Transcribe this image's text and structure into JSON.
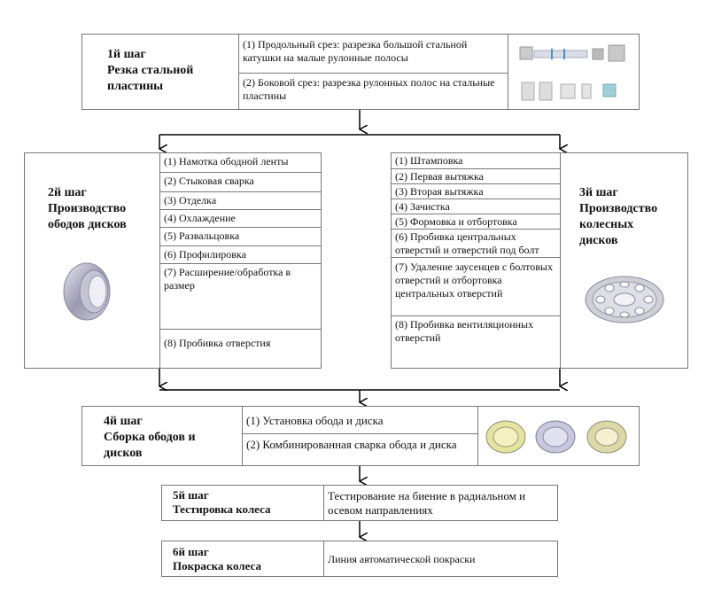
{
  "step1": {
    "title": "1й шаг\nРезка стальной\nпластины",
    "items": [
      "(1) Продольный срез: разрезка большой стальной катушки на малые рулонные полосы",
      "(2) Боковой срез: разрезка рулонных полос на стальные пластины"
    ]
  },
  "step2": {
    "title": "2й шаг\nПроизводство\nободов дисков",
    "items": [
      "(1) Намотка ободной ленты",
      "(2) Стыковая сварка",
      "(3) Отделка",
      "(4) Охлаждение",
      "(5) Развальцовка",
      "(6) Профилировка",
      "(7) Расширение/обработка в размер",
      "(8) Пробивка отверстия"
    ]
  },
  "step3": {
    "title": "3й шаг\nПроизводство\nколесных\nдисков",
    "items": [
      "(1) Штамповка",
      "(2) Первая вытяжка",
      "(3) Вторая вытяжка",
      "(4) Зачистка",
      "(5) Формовка и отбортовка",
      "(6) Пробивка центральных отверстий и отверстий под болт",
      "(7) Удаление заусенцев с болтовых отверстий и отбортовка центральных отверстий",
      "(8) Пробивка вентиляционных отверстий"
    ]
  },
  "step4": {
    "title": "4й шаг\nСборка ободов и\nдисков",
    "items": [
      "(1) Установка обода и диска",
      "(2) Комбинированная сварка обода и диска"
    ]
  },
  "step5": {
    "title": "5й шаг\nТестировка колеса",
    "text": "Тестирование на биение в радиальном и осевом направлениях"
  },
  "step6": {
    "title": "6й шаг\nПокраска колеса",
    "text": "Линия автоматической покраски"
  },
  "colors": {
    "border": "#777777",
    "arrow": "#000000",
    "metal": "#b8b8c8"
  },
  "icons": [
    "coil-slitting-illustration",
    "sheet-cutting-illustration",
    "rim-icon",
    "wheel-disc-icon",
    "assembled-wheels-icon"
  ]
}
